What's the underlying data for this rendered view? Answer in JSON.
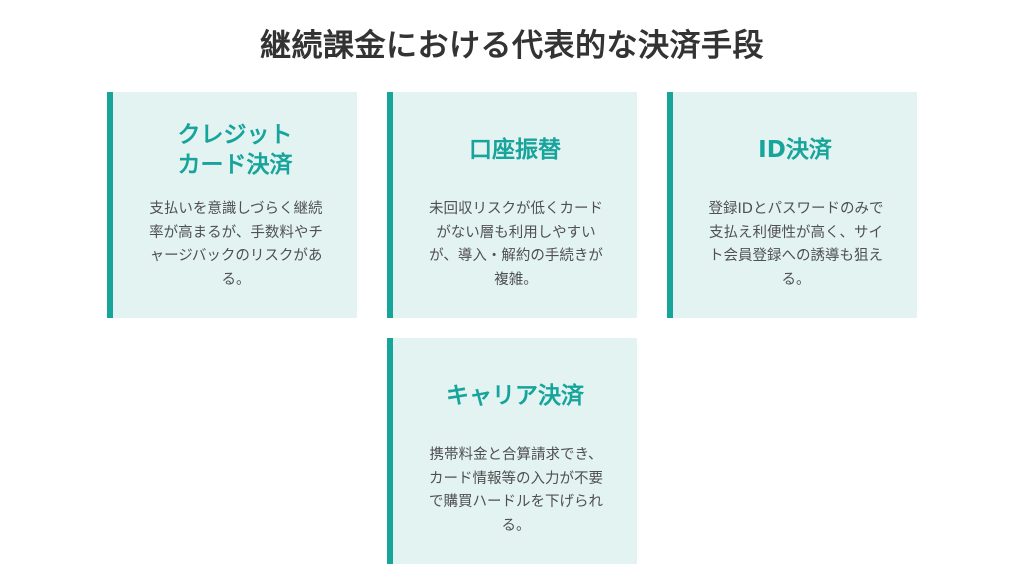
{
  "title": "継続課金における代表的な決済手段",
  "cards": [
    {
      "title": "クレジット\nカード決済",
      "description": "支払いを意識しづらく継続率が高まるが、手数料やチャージバックのリスクがある。"
    },
    {
      "title": "口座振替",
      "description": "未回収リスクが低くカードがない層も利用しやすいが、導入・解約の手続きが複雑。"
    },
    {
      "title": "ID決済",
      "description": "登録IDとパスワードのみで支払え利便性が高く、サイト会員登録への誘導も狙える。"
    },
    {
      "title": "キャリア決済",
      "description": "携帯料金と合算請求でき、カード情報等の入力が不要で購買ハードルを下げられる。"
    }
  ],
  "colors": {
    "accent": "#17a49a",
    "card_background": "#e3f3f2",
    "title_text": "#333333",
    "body_text": "#505050"
  }
}
